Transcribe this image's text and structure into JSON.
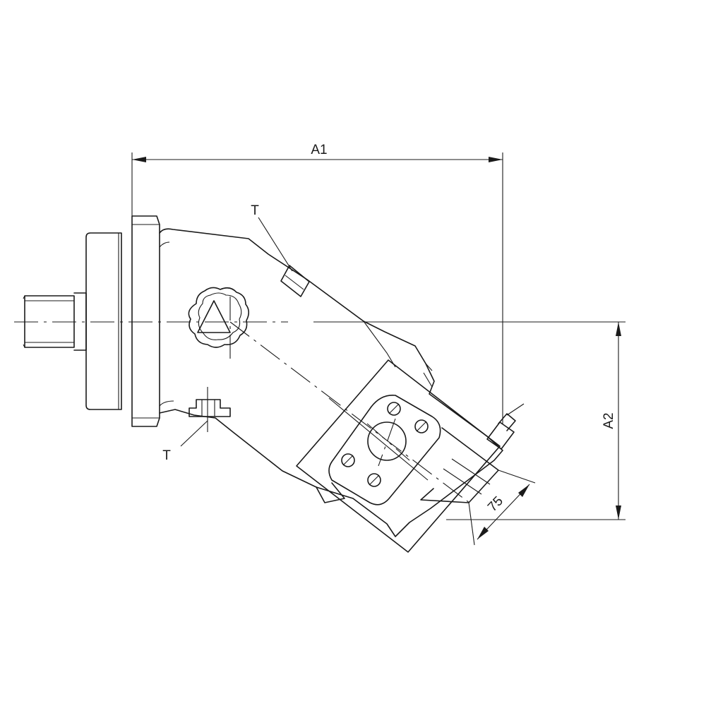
{
  "labels": {
    "dim_a1": "A1",
    "dim_a2": "A2",
    "dim_75": "75",
    "port_t_upper": "T",
    "port_t_lower": "T"
  }
}
